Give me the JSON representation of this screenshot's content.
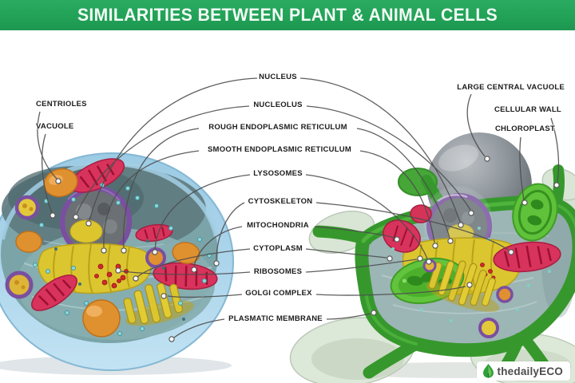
{
  "header": {
    "title": "SIMILARITIES BETWEEN PLANT & ANIMAL CELLS"
  },
  "labels": {
    "shared": [
      "NUCLEUS",
      "NUCLEOLUS",
      "ROUGH ENDOPLASMIC RETICULUM",
      "SMOOTH ENDOPLASMIC RETICULUM",
      "LYSOSOMES",
      "CYTOSKELETON",
      "MITOCHONDRIA",
      "CYTOPLASM",
      "RIBOSOMES",
      "GOLGI COMPLEX",
      "PLASMATIC MEMBRANE"
    ],
    "animal_only": [
      "CENTRIOLES",
      "VACUOLE"
    ],
    "plant_only": [
      "LARGE CENTRAL VACUOLE",
      "CELLULAR WALL",
      "CHLOROPLAST"
    ]
  },
  "footer": {
    "brand": "thedailyECO",
    "icon": "eco-tree-icon"
  },
  "colors": {
    "header_bg": "#21a156",
    "label_text": "#1c1c1c",
    "leader_line": "#4d4d4d",
    "animal_membrane_blue": "#aed6ec",
    "animal_cytoplasm_teal": "#7ba4a8",
    "plant_wall_green": "#36982c",
    "plant_face_pale": "#d9e5d5",
    "central_vacuole_gray": "#8f969c",
    "nucleus_yellow": "#dcc62f",
    "nucleus_rim_purple": "#7a4fa0",
    "mitochondria_red": "#d8335c",
    "chloroplast_green": "#5fc23a",
    "organelle_orange": "#e0912f"
  }
}
